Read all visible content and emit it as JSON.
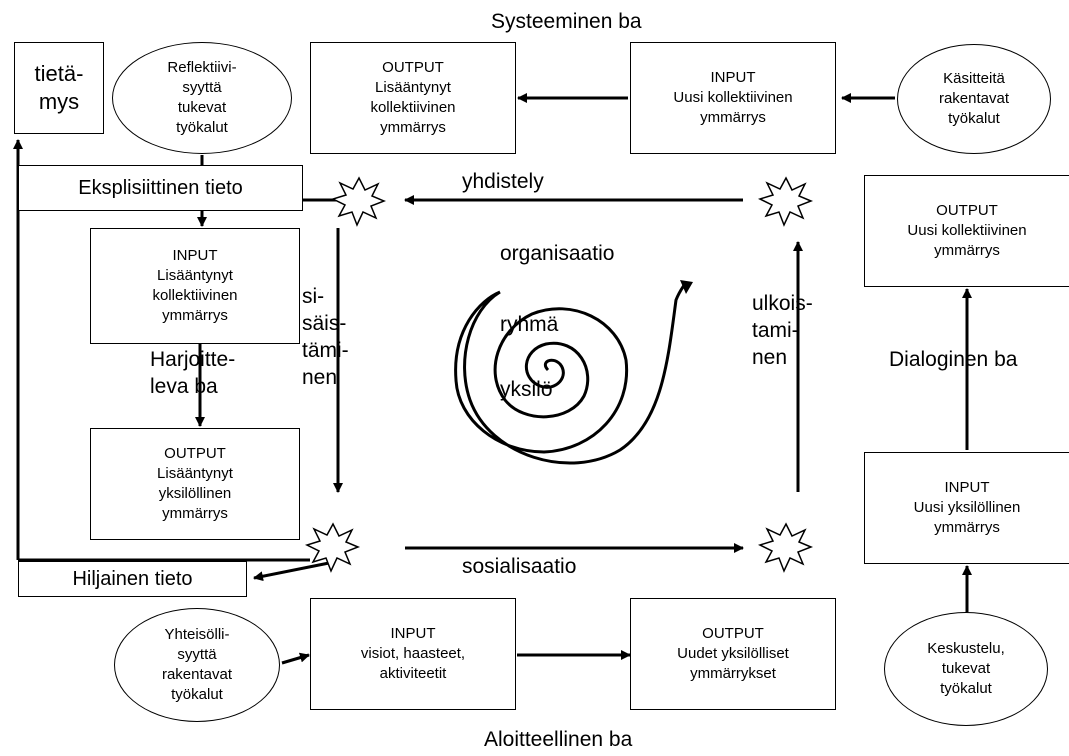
{
  "titles": {
    "top": "Systeeminen ba",
    "bottom": "Aloitteellinen ba",
    "right": "Dialoginen ba",
    "left": [
      "Harjoitte-",
      "leva ba"
    ]
  },
  "boxes": {
    "tietamys": [
      "tietä-",
      "mys"
    ],
    "eksplisiittinen": "Eksplisiittinen tieto",
    "hiljainen": "Hiljainen tieto",
    "top_output": [
      "OUTPUT",
      "Lisääntynyt",
      "kollektiivinen",
      "ymmärrys"
    ],
    "top_input": [
      "INPUT",
      "Uusi kollektiivinen",
      "ymmärrys"
    ],
    "left_input": [
      "INPUT",
      "Lisääntynyt",
      "kollektiivinen",
      "ymmärrys"
    ],
    "left_output": [
      "OUTPUT",
      "Lisääntynyt",
      "yksilöllinen",
      "ymmärrys"
    ],
    "right_output": [
      "OUTPUT",
      "Uusi kollektiivinen",
      "ymmärrys"
    ],
    "right_input": [
      "INPUT",
      "Uusi yksilöllinen",
      "ymmärrys"
    ],
    "bottom_input": [
      "INPUT",
      "visiot, haasteet,",
      "aktiviteetit"
    ],
    "bottom_output": [
      "OUTPUT",
      "Uudet yksilölliset",
      "ymmärrykset"
    ]
  },
  "ellipses": {
    "reflektiivi": [
      "Reflektiivi-",
      "syyttä",
      "tukevat",
      "työkalut"
    ],
    "kasitteita": [
      "Käsitteitä",
      "rakentavat",
      "työkalut"
    ],
    "yhteisolli": [
      "Yhteisölli-",
      "syyttä",
      "rakentavat",
      "työkalut"
    ],
    "keskustelu": [
      "Keskustelu,",
      "tukevat",
      "työkalut"
    ]
  },
  "process": {
    "yhdistely": "yhdistely",
    "sosialisaatio": "sosialisaatio",
    "sisaistaminen": [
      "si-",
      "säis-",
      "tämi-",
      "nen"
    ],
    "ulkoistaminen": [
      "ulkois-",
      "tami-",
      "nen"
    ]
  },
  "spiral": {
    "organisaatio": "organisaatio",
    "ryhma": "ryhmä",
    "yksilo": "yksilö"
  }
}
